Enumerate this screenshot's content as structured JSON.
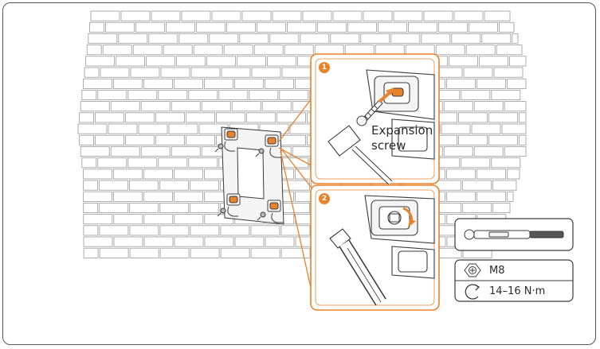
{
  "steps": [
    {
      "number": "1",
      "label": "Expansion\nscrew"
    },
    {
      "number": "2"
    }
  ],
  "specs": {
    "bolt_size": "M8",
    "torque": "14–16 N·m"
  },
  "icons": {
    "tool": "torque-wrench-icon",
    "bolt": "hex-bolt-icon",
    "torque": "rotation-arrow-icon"
  },
  "colors": {
    "accent": "#e8822b",
    "line": "#3a3a3a"
  }
}
